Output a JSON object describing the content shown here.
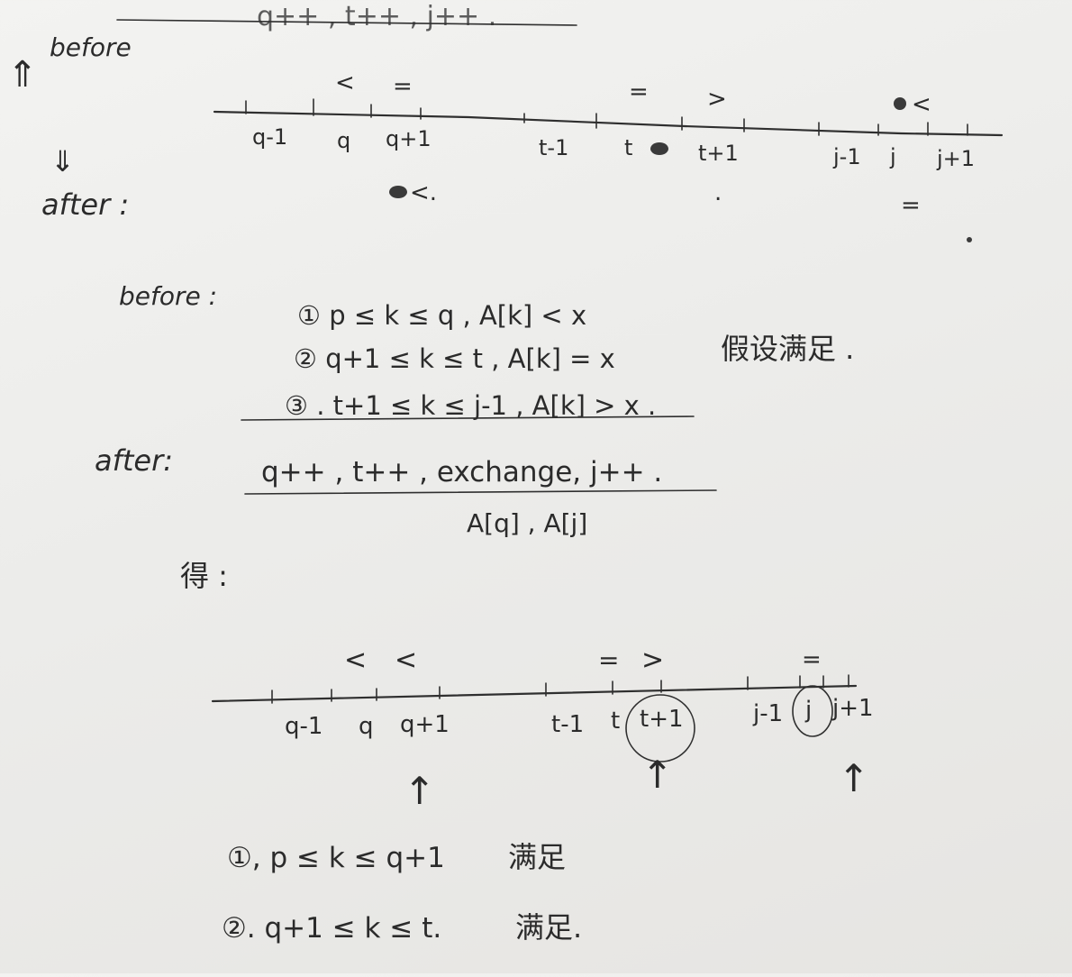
{
  "top_strike": {
    "text": "q++ , t++ , j++ ."
  },
  "arrows": {
    "up": "⇑",
    "down": "⇓",
    "small_up": "↑"
  },
  "section1": {
    "before_label": "before",
    "after_label": "after :",
    "symbols_before": [
      "<",
      "=",
      "=",
      ">",
      "<"
    ],
    "labels": [
      "q-1",
      "q",
      "q+1",
      "t-1",
      "t",
      "t+1",
      "j-1",
      "j",
      "j+1"
    ],
    "symbols_after": [
      "<.",
      ".",
      "="
    ]
  },
  "section2": {
    "before_label": "before :",
    "conditions": [
      "① p ≤ k ≤ q , A[k] < x",
      "② q+1 ≤ k ≤ t , A[k] = x",
      "③ . t+1 ≤ k ≤ j-1 , A[k] > x ."
    ],
    "assume_note": "假设满足 .",
    "after_label": "after:",
    "after_ops": "q++ , t++ , exchange, j++ .",
    "exchange_detail": "A[q] , A[j]"
  },
  "section3": {
    "result_label": "得 :",
    "symbols": [
      "<",
      "<",
      "=",
      ">",
      "="
    ],
    "labels": [
      "q-1",
      "q",
      "q+1",
      "t-1",
      "t",
      "t+1",
      "j-1",
      "j",
      "j+1"
    ]
  },
  "conclusions": [
    {
      "text": "①, p ≤ k ≤ q+1",
      "status": "满足"
    },
    {
      "text": "②. q+1 ≤ k ≤ t.",
      "status": "满足."
    }
  ]
}
